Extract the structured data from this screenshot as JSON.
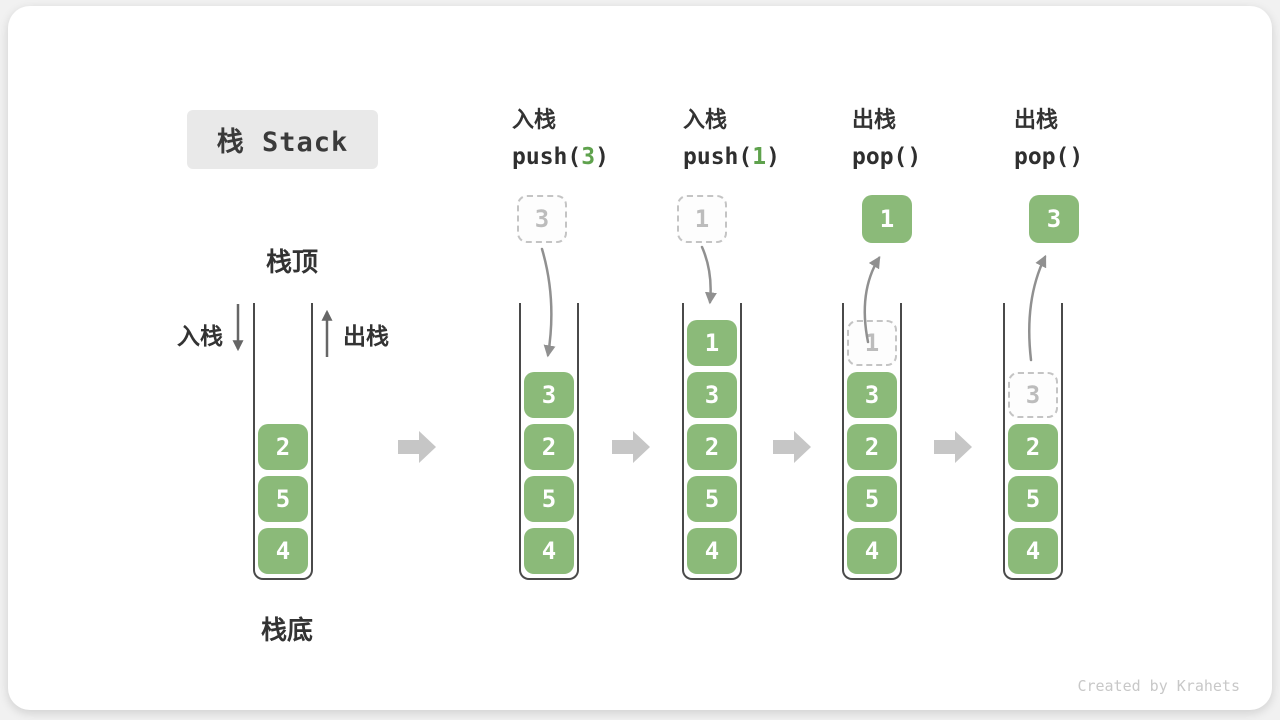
{
  "title": "栈 Stack",
  "labels": {
    "stack_top": "栈顶",
    "stack_bottom": "栈底",
    "push_arrow": "入栈",
    "pop_arrow": "出栈"
  },
  "footer": "Created by Krahets",
  "colors": {
    "box_green": "#8bba79",
    "code_arg_green": "#5fa24d",
    "wall_gray": "#4a4a4a",
    "curved_arrow_gray": "#909090",
    "block_arrow_gray": "#c6c6c6",
    "ghost_border_gray": "#c4c4c4",
    "badge_bg": "#e9e9e9"
  },
  "columns": [
    {
      "id": "initial",
      "items": [
        {
          "value": "2",
          "state": "solid"
        },
        {
          "value": "5",
          "state": "solid"
        },
        {
          "value": "4",
          "state": "solid"
        }
      ]
    },
    {
      "id": "step-push-3",
      "op": "入栈",
      "code_pre": "push(",
      "code_arg": "3",
      "code_post": ")",
      "floating": {
        "value": "3",
        "state": "ghost"
      },
      "items": [
        {
          "value": "3",
          "state": "solid"
        },
        {
          "value": "2",
          "state": "solid"
        },
        {
          "value": "5",
          "state": "solid"
        },
        {
          "value": "4",
          "state": "solid"
        }
      ]
    },
    {
      "id": "step-push-1",
      "op": "入栈",
      "code_pre": "push(",
      "code_arg": "1",
      "code_post": ")",
      "floating": {
        "value": "1",
        "state": "ghost"
      },
      "items": [
        {
          "value": "1",
          "state": "solid"
        },
        {
          "value": "3",
          "state": "solid"
        },
        {
          "value": "2",
          "state": "solid"
        },
        {
          "value": "5",
          "state": "solid"
        },
        {
          "value": "4",
          "state": "solid"
        }
      ]
    },
    {
      "id": "step-pop-1",
      "op": "出栈",
      "code_pre": "pop(",
      "code_arg": "",
      "code_post": ")",
      "floating": {
        "value": "1",
        "state": "solid"
      },
      "items": [
        {
          "value": "1",
          "state": "ghost"
        },
        {
          "value": "3",
          "state": "solid"
        },
        {
          "value": "2",
          "state": "solid"
        },
        {
          "value": "5",
          "state": "solid"
        },
        {
          "value": "4",
          "state": "solid"
        }
      ]
    },
    {
      "id": "step-pop-3",
      "op": "出栈",
      "code_pre": "pop(",
      "code_arg": "",
      "code_post": ")",
      "floating": {
        "value": "3",
        "state": "solid"
      },
      "items": [
        {
          "value": "3",
          "state": "ghost"
        },
        {
          "value": "2",
          "state": "solid"
        },
        {
          "value": "5",
          "state": "solid"
        },
        {
          "value": "4",
          "state": "solid"
        }
      ]
    }
  ]
}
